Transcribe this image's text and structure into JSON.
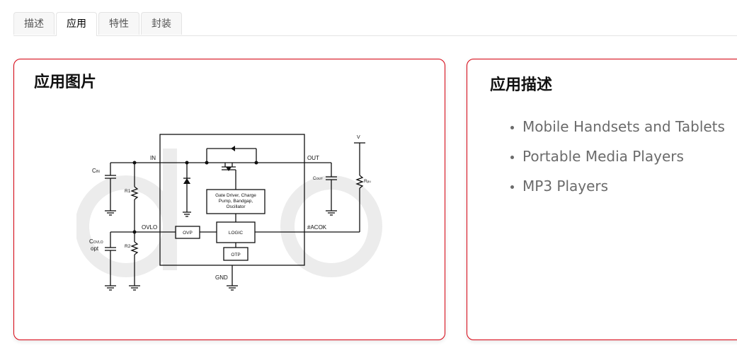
{
  "tabs": [
    {
      "label": "描述",
      "active": false
    },
    {
      "label": "应用",
      "active": true
    },
    {
      "label": "特性",
      "active": false
    },
    {
      "label": "封装",
      "active": false
    }
  ],
  "application_image": {
    "title": "应用图片",
    "circuit_labels": {
      "in": "IN",
      "out": "OUT",
      "ovlo": "OVLO",
      "acok": "#ACOK",
      "gnd": "GND",
      "v": "V",
      "cin": "C",
      "cin_sub": "IN",
      "cout": "C",
      "cout_sub": "OUT",
      "covlo": "C",
      "covlo_sub": "OVLO",
      "opt": "opt",
      "r1": "R1",
      "r2": "R2",
      "rpu": "R",
      "rpu_sub": "pu",
      "gate_driver_line1": "Gate Driver, Charge",
      "gate_driver_line2": "Pump, Bandgap,",
      "gate_driver_line3": "Oscillator",
      "ovp": "OVP",
      "logic": "LOGIC",
      "otp": "OTP"
    }
  },
  "application_description": {
    "title": "应用描述",
    "items": [
      "Mobile Handsets and Tablets",
      "Portable Media Players",
      "MP3 Players"
    ]
  },
  "colors": {
    "accent_border": "#d7000f",
    "list_text": "#6b6b6b"
  }
}
